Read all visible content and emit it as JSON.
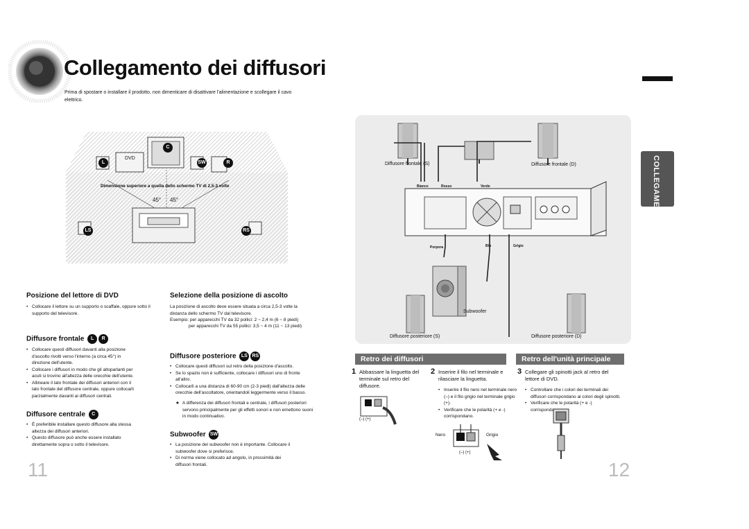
{
  "header": {
    "title": "Collegamento dei diffusori",
    "intro": "Prima di spostare o installare il prodotto, non dimenticare di disattivare l'alimentazione e scollegare il cavo elettrico."
  },
  "side_tab": "COLLEGAMENTI",
  "room": {
    "dvd_label": "DVD",
    "screen_caption": "Dimensione superiore a quella dello schermo TV di 2,5-3 volte",
    "angle_left": "45°",
    "angle_right": "45°",
    "badges": {
      "c": "C",
      "l": "L",
      "r": "R",
      "sw": "SW",
      "ls": "LS",
      "rs": "RS"
    }
  },
  "sections": {
    "dvd_position": {
      "heading": "Posizione del lettore di DVD",
      "bullets": [
        "Collocare il lettore su un supporto o scaffale, oppure sotto il supporto del televisore."
      ]
    },
    "listening_position": {
      "heading": "Selezione della posizione di ascolto",
      "text": "La posizione di ascolto deve essere situata a circa 2,5-3 volte la distanza dello schermo TV dal televisore.",
      "example_1": "Esempio: per apparecchi TV da 32 pollici: 2 ~ 2,4 m (6 ~ 8 piedi)",
      "example_2": "per apparecchi TV da 55 pollici: 3,5 ~ 4 m (11 ~ 13 piedi)"
    },
    "front": {
      "heading": "Diffusore frontale",
      "badge_l": "L",
      "badge_r": "R",
      "bullets": [
        "Collocare questi diffusori davanti alla posizione d'ascolto rivolti verso l'interno (a circa 45°) in direzione dell'utente.",
        "Collocare i diffusori in modo che gli altoparlanti per acuti si trovino all'altezza delle orecchie dell'utente.",
        "Allineare il lato frontale dei diffusori anteriori con il lato frontale del diffusore centrale, oppure collocarli parzialmente davanti ai diffusori centrali."
      ]
    },
    "center": {
      "heading": "Diffusore centrale",
      "badge": "C",
      "bullets": [
        "È preferibile installare questo diffusore alla stessa altezza dei diffusori anteriori.",
        "Questo diffusore può anche essere installato direttamente sopra o sotto il televisore."
      ]
    },
    "rear": {
      "heading": "Diffusore posteriore",
      "badge_ls": "LS",
      "badge_rs": "RS",
      "bullets": [
        "Collocare questi diffusori sul retro della posizione d'ascolto.",
        "Se lo spazio non è sufficiente, collocare i diffusori uno di fronte all'altro.",
        "Collocarli a una distanza di 60-90 cm (2-3 piedi) dall'altezza delle orecchie dell'ascoltatore, orientandoli leggermente verso il basso."
      ],
      "note": "A differenza dei diffusori frontali e centrale, i diffusori posteriori servono principalmente per gli effetti sonori e non emettono suoni in modo continuativo."
    },
    "subwoofer": {
      "heading": "Subwoofer",
      "badge": "SW",
      "bullets": [
        "La posizione del subwoofer non è importante. Collocare il subwoofer dove si preferisce.",
        "Di norma viene collocato ad angolo, in prossimità dei diffusori frontali."
      ]
    }
  },
  "diagram": {
    "front_left": "Diffusore frontale (S)",
    "front_right": "Diffusore frontale (D)",
    "rear_left": "Diffusore posteriore (S)",
    "rear_right": "Diffusore posteriore (D)",
    "subwoofer": "Subwoofer",
    "wire_white": "Bianco",
    "wire_red": "Rosso",
    "wire_green": "Verde",
    "wire_purple": "Porpora",
    "wire_blue": "Blu",
    "wire_grey": "Grigio"
  },
  "rear_speakers": {
    "bar_title": "Retro dei diffusori",
    "step1_num": "1",
    "step1": "Abbassare la linguetta del terminale sul retro del diffusore.",
    "step2_num": "2",
    "step2": "Inserire il filo nel terminale e rilasciare la linguetta.",
    "step2_bullets": [
      "Inserire il filo nero nel terminale nero (–) e il filo grigio nel terminale grigio (+).",
      "Verificare che le polarità (+ e -) corrispondano."
    ],
    "label_black": "Nero",
    "label_grey": "Grigio",
    "polarity": "(–)  (+)"
  },
  "main_unit": {
    "bar_title": "Retro dell'unità principale",
    "step3_num": "3",
    "step3": "Collegare gli spinotti jack al retro del lettore di DVD.",
    "step3_bullets": [
      "Controllare che i colori dei terminali dei diffusori corrispondano ai colori degli spinotti.",
      "Verificare che le polarità (+ e -) corrispondano."
    ]
  },
  "pages": {
    "left": "11",
    "right": "12"
  }
}
